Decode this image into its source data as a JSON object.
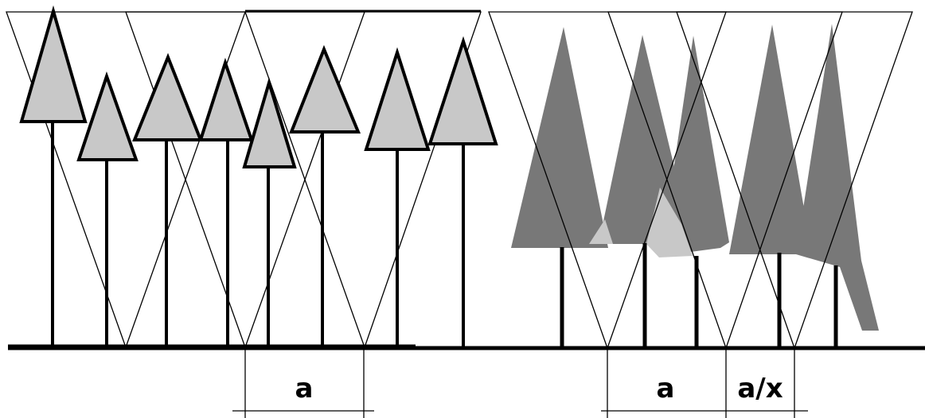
{
  "labels": {
    "left_spacing": "a",
    "right_spacing": "a",
    "right_reduced_spacing": "a/x"
  },
  "colors": {
    "background": "#ffffff",
    "line": "#000000",
    "light_crown_fill": "#c8c8c8",
    "dark_crown_fill": "#787878",
    "light_patch_fill": "#c8c8c8"
  }
}
